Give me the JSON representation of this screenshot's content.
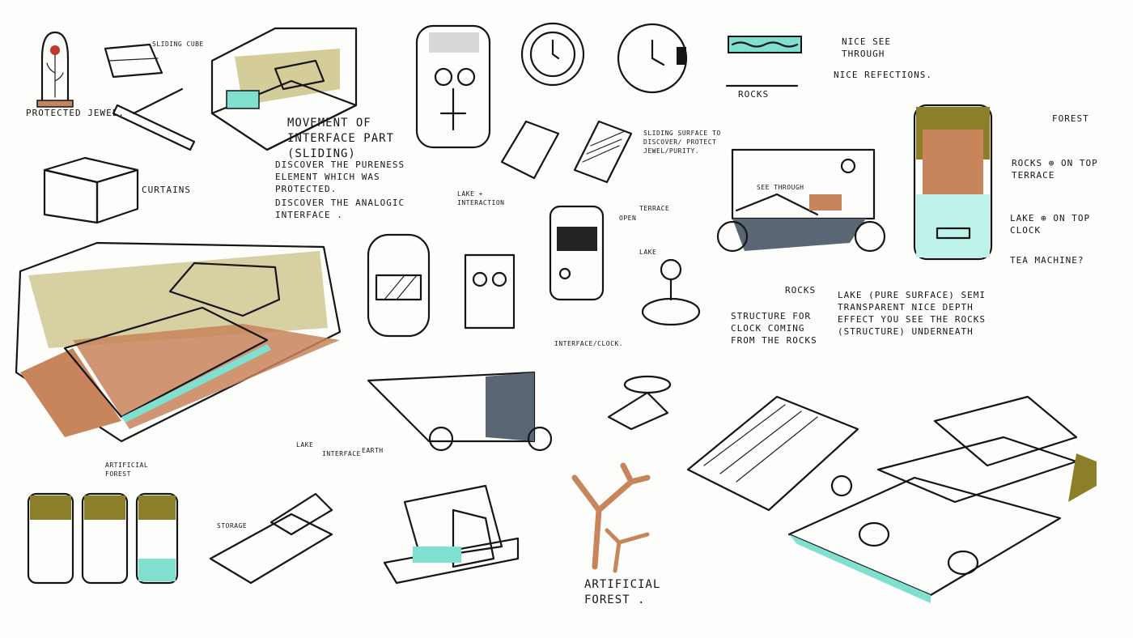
{
  "colors": {
    "ink": "#151515",
    "moss": "#8c7f2a",
    "wood": "#c8845a",
    "teal": "#7fe0cf",
    "slate": "#5b6675",
    "paper": "#fdfdfb"
  },
  "annotations": {
    "protected_jewel": "PROTECTED JEWEL.",
    "sliding_cube": "SLIDING CUBE",
    "curtains": "CURTAINS",
    "movement_title": "MOVEMENT OF INTERFACE PART (SLIDING)",
    "discover_pureness": "DISCOVER THE PURENESS ELEMENT WHICH WAS PROTECTED.",
    "discover_analogic": "DISCOVER THE ANALOGIC INTERFACE .",
    "lake_interaction": "LAKE + INTERACTION",
    "sliding_surface": "SLIDING SURFACE TO DISCOVER/ PROTECT JEWEL/PURITY.",
    "nice_see_through": "NICE SEE THROUGH",
    "nice_reflections": "NICE REFECTIONS.",
    "rocks_top": "ROCKS",
    "terrace": "TERRACE",
    "open": "OPEN",
    "lake_small": "LAKE",
    "interface_clock": "INTERFACE/CLOCK.",
    "see_through": "SEE THROUGH",
    "rocks_mid": "ROCKS",
    "structure_for_clock": "STRUCTURE FOR CLOCK COMING FROM THE ROCKS",
    "lake_description": "LAKE (PURE SURFACE) SEMI TRANSPARENT NICE DEPTH EFFECT YOU SEE THE ROCKS (STRUCTURE) UNDERNEATH",
    "forest": "FOREST",
    "rocks_on_top_terrace": "ROCKS ⊕ ON TOP TERRACE",
    "lake_on_top_clock": "LAKE ⊕ ON TOP CLOCK",
    "tea_machine": "TEA MACHINE?",
    "artificial_forest_small": "ARTIFICIAL FOREST",
    "storage": "STORAGE",
    "lake_bottom": "LAKE",
    "interface_bottom": "INTERFACE",
    "earth": "EARTH",
    "artificial_forest_big": "ARTIFICIAL FOREST ."
  }
}
